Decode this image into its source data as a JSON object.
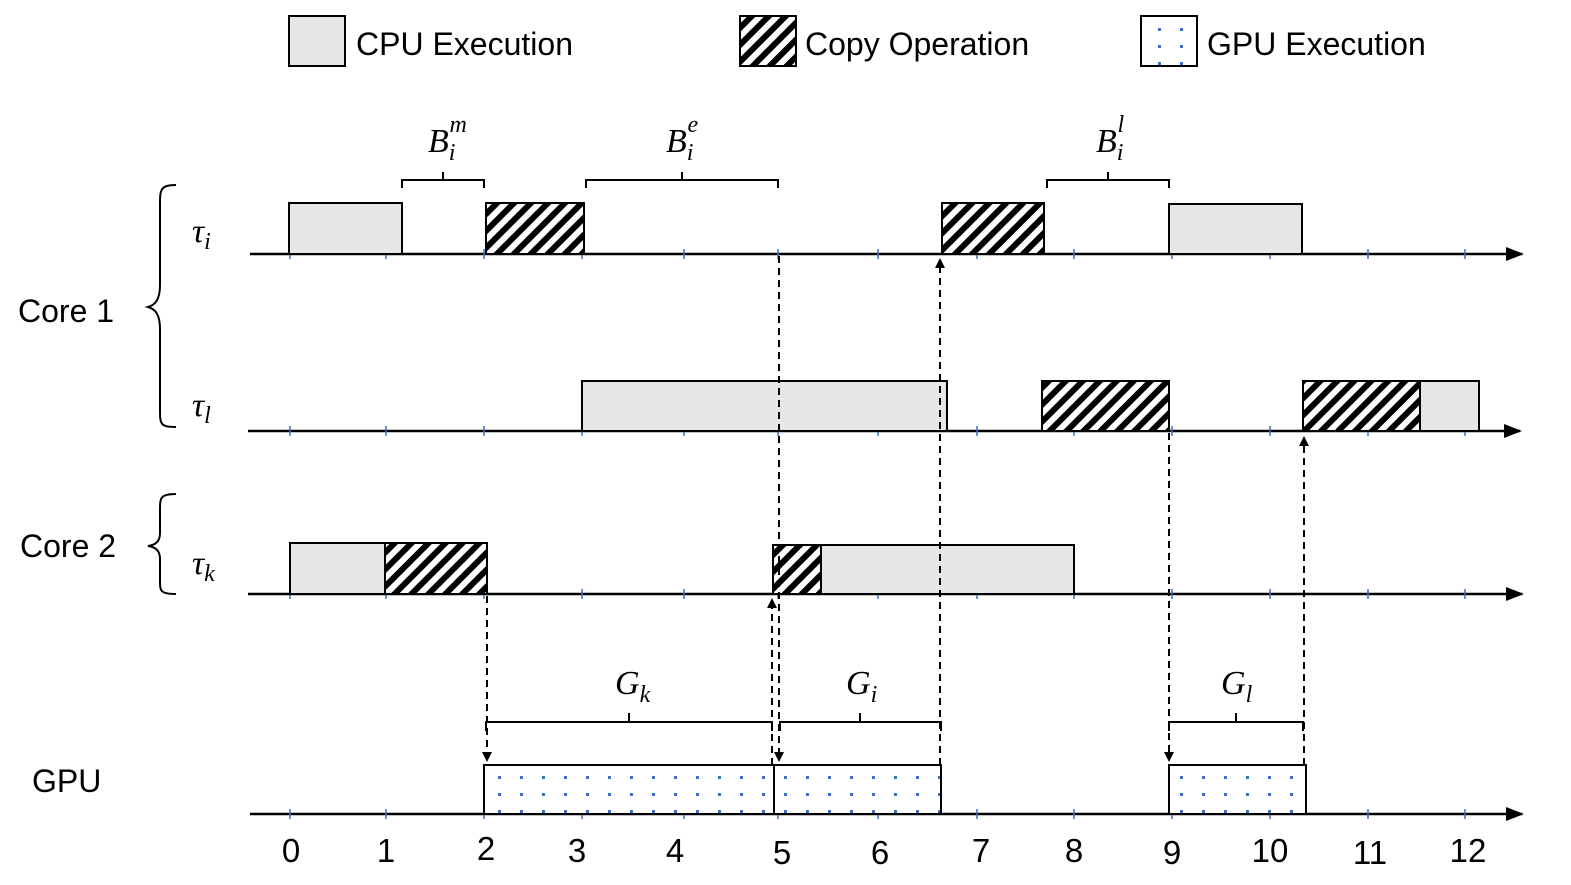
{
  "legend": [
    {
      "key": "cpu",
      "label": "CPU Execution"
    },
    {
      "key": "copy",
      "label": "Copy Operation"
    },
    {
      "key": "gpu",
      "label": "GPU Execution"
    }
  ],
  "groups": {
    "core1": "Core 1",
    "core2": "Core 2",
    "gpu": "GPU"
  },
  "tasks": {
    "tau_i": {
      "sym": "τ",
      "sub": "i"
    },
    "tau_l": {
      "sym": "τ",
      "sub": "l"
    },
    "tau_k": {
      "sym": "τ",
      "sub": "k"
    }
  },
  "annotations": {
    "B_m": {
      "sym": "B",
      "sub": "i",
      "sup": "m"
    },
    "B_e": {
      "sym": "B",
      "sub": "i",
      "sup": "e"
    },
    "B_l": {
      "sym": "B",
      "sub": "i",
      "sup": "l"
    },
    "G_k": {
      "sym": "G",
      "sub": "k"
    },
    "G_i": {
      "sym": "G",
      "sub": "i"
    },
    "G_l": {
      "sym": "G",
      "sub": "l"
    }
  },
  "ticks": [
    "0",
    "1",
    "2",
    "3",
    "4",
    "5",
    "6",
    "7",
    "8",
    "9",
    "10",
    "11",
    "12"
  ],
  "colors": {
    "cpu_fill": "#e6e6e6",
    "gpu_dot": "#3b6fc4",
    "tick_mark": "#3b6fc4",
    "line": "#000000"
  }
}
